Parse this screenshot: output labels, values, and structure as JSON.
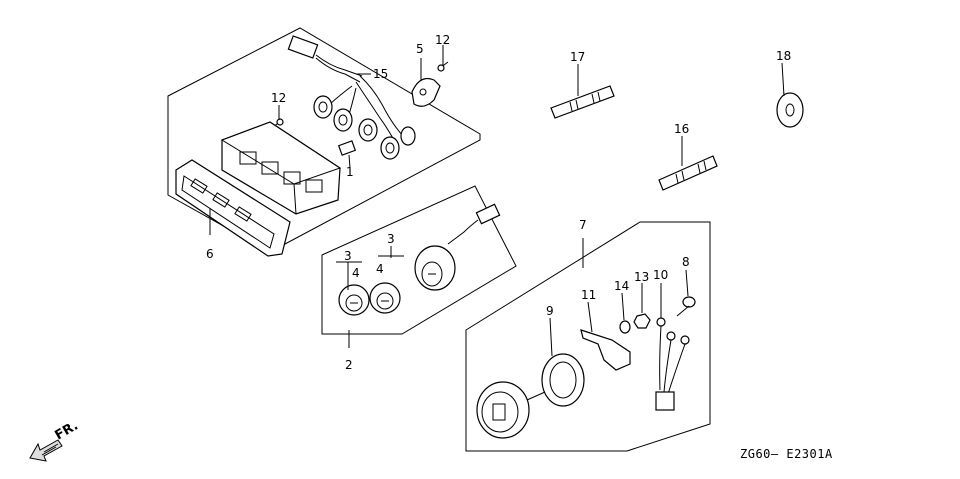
{
  "diagram_code": "ZG60— E2301A",
  "direction_marker": "FR.",
  "callouts": {
    "c1": "1",
    "c2": "2",
    "c3a": "3",
    "c3b": "3",
    "c4a": "4",
    "c4b": "4",
    "c5": "5",
    "c6": "6",
    "c7": "7",
    "c8": "8",
    "c9": "9",
    "c10": "10",
    "c11": "11",
    "c12a": "12",
    "c12b": "12",
    "c13": "13",
    "c14": "14",
    "c15": "15",
    "c16": "16",
    "c17": "17",
    "c18": "18"
  }
}
